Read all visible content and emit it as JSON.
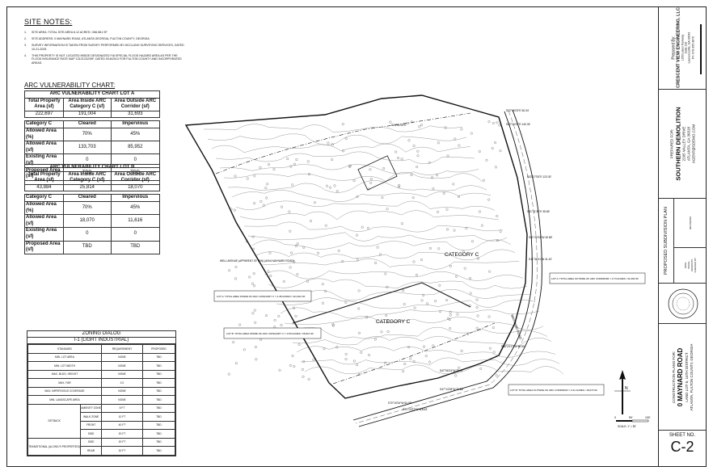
{
  "site_notes": {
    "title": "SITE NOTES:",
    "items": [
      {
        "n": "1.",
        "text": "SITE AREA: TOTAL SITE AREA 6.12 ACRES / 266,581 SF"
      },
      {
        "n": "2.",
        "text": "SITE ADDRESS: 0 MAYNARD ROAD, ATLANTA GEORGIA, FULTON COUNTY, GEORGIA"
      },
      {
        "n": "3.",
        "text": "SURVEY INFORMATION IS TAKEN FROM SURVEY PERFORMED BY MCCLUNG SURVEYING SERVICES, DATED 10-21-2025"
      },
      {
        "n": "4.",
        "text": "THIS PROPERTY IS NOT LOCATED INSIDE DESIGNATED FIA SPECIAL FLOOD HAZARD AREA AS PER THE FLOOD INSURANCE RATE MAP 13121C0239F, DATED 9/18/2013 FOR FULTON COUNTY AND INCORPORATED AREAS."
      }
    ]
  },
  "arc": {
    "title": "ARC VULNERABILITY CHART:",
    "lot_a": {
      "caption": "ARC VULNERABILITY CHART LOT A",
      "headers": [
        "Total Property Area (sf)",
        "Area Inside ARC Category C (sf)",
        "Area Outside ARC Corridor (sf)"
      ],
      "values": [
        "222,697",
        "191,004",
        "31,693"
      ],
      "sub_headers": [
        "Category C",
        "Cleared",
        "Impervious"
      ],
      "rows": [
        {
          "label": "Allowed Area (%)",
          "cleared": "70%",
          "impervious": "45%"
        },
        {
          "label": "Allowed Area (sf)",
          "cleared": "133,703",
          "impervious": "85,952"
        },
        {
          "label": "Existing Area (sf)",
          "cleared": "0",
          "impervious": "0"
        },
        {
          "label": "Proposed Area (sf)",
          "cleared": "TBD",
          "impervious": "TBD"
        }
      ]
    },
    "lot_b": {
      "caption": "ARC VULNERABILITY CHART LOT B",
      "headers": [
        "Total Property Area (sf)",
        "Area Inside ARC Category C (sf)",
        "Area Outside ARC Corridor (sf)"
      ],
      "values": [
        "43,884",
        "25,814",
        "18,070"
      ],
      "sub_headers": [
        "Category C",
        "Cleared",
        "Impervious"
      ],
      "rows": [
        {
          "label": "Allowed Area (%)",
          "cleared": "70%",
          "impervious": "45%"
        },
        {
          "label": "Allowed Area (sf)",
          "cleared": "18,070",
          "impervious": "11,616"
        },
        {
          "label": "Existing Area (sf)",
          "cleared": "0",
          "impervious": "0"
        },
        {
          "label": "Proposed Area (sf)",
          "cleared": "TBD",
          "impervious": "TBD"
        }
      ]
    }
  },
  "zoning": {
    "title": "ZONING DIALOG",
    "subtitle": "I-1 (LIGHT INDUSTRIAL)",
    "headers": [
      "STANDARD",
      "REQUIREMENT",
      "PROPOSED"
    ],
    "rows": [
      {
        "standard": "MIN. LOT AREA",
        "requirement": "NONE",
        "proposed": "TBD"
      },
      {
        "standard": "MIN. LOT WIDTH",
        "requirement": "NONE",
        "proposed": "TBD"
      },
      {
        "standard": "MAX. BLDG. HEIGHT",
        "requirement": "NONE",
        "proposed": "TBD"
      },
      {
        "standard": "MAX. FAR",
        "requirement": "2.0",
        "proposed": "TBD"
      },
      {
        "standard": "MAX. IMPERVIOUS COVERAGE",
        "requirement": "NONE",
        "proposed": "TBD"
      },
      {
        "standard": "MIN. LANDSCAPE AREA",
        "requirement": "NONE",
        "proposed": "TBD"
      }
    ],
    "setback_label": "SETBACK",
    "setback_rows": [
      {
        "sub": "AMENITY ZONE",
        "requirement": "5 FT",
        "proposed": "TBD"
      },
      {
        "sub": "WALK ZONE",
        "requirement": "10 FT",
        "proposed": "TBD"
      },
      {
        "sub": "FRONT",
        "requirement": "40 FT",
        "proposed": "TBD"
      },
      {
        "sub": "SIDE",
        "requirement": "20 FT",
        "proposed": "TBD"
      }
    ],
    "transitional_label": "TRANSITIONAL (ALONG R PROPERTIES)",
    "transitional_rows": [
      {
        "sub": "SIDE",
        "requirement": "20 FT",
        "proposed": "TBD"
      },
      {
        "sub": "REAR",
        "requirement": "20 FT",
        "proposed": "TBD"
      }
    ]
  },
  "map": {
    "category_c_1": "CATEGORY C",
    "category_c_2": "CATEGORY C",
    "callout_lot_a_inside": "LOT A: TOTAL AREA INSIDE OF ARC CATEGORY C = 4.38 ACRES / 191,004 SF",
    "callout_lot_a_outside": "LOT A: TOTAL AREA OUTSIDE OF ARC CORRIDOR = 0.73 ACRES / 31,693 SF",
    "callout_lot_b_inside": "LOT B: TOTAL AREA INSIDE OF ARC CATEGORY C = 0.59 ACRES / 25,814 SF",
    "callout_lot_b_outside": "LOT B: TOTAL AREA OUTSIDE OF ARC CORRIDOR = 0.41 ACRES / 18,070 SF",
    "well_label": "WELL AVENUE (APPARENT 20' R/W) (A/K/A MAYNARD ROAD)",
    "road_label": "MAYNARD ROAD",
    "bearings": [
      "S22°40'03\"E 36.34'",
      "S22°40'23\"E 140.33'",
      "S24°31'00\"E",
      "S02°27'53\"E 123.30'",
      "S01°11'36\"E 35.65'",
      "S01°35'31\"W 40.85'",
      "S11°36'01\"W 41.42'",
      "S38°23'17\"W 36.50'",
      "S47°06'24\"W 35.47'",
      "S47°13'28\"W 32.86'",
      "S70°15'34\"W 64.08'",
      "S70°13'27\"W 118.63'"
    ]
  },
  "north_arrow": {
    "label": "N",
    "scale_text": "SCALE: 1\" = 50'",
    "scale_ticks": [
      "0",
      "50'",
      "100'"
    ]
  },
  "title_block": {
    "prepared_by_label": "Prepared By:",
    "firm": "CRESCENT VIEW ENGINEERING, LLC",
    "firm_lines": [
      "1250 Lakes Parkway",
      "Suite 100",
      "Lawrenceville, GA 30043",
      "Ph: 678-395-3870"
    ],
    "prepared_for_label": "PREPARED FOR:",
    "client": "SOUTHERN DEMOLITION",
    "client_lines": [
      "2295 VALLEY DRIVE",
      "ATLANTA, GA 30318",
      "AGENT@SDEMO.COM"
    ],
    "plan_title": "PROPOSED SUBDIVISION PLAN",
    "revisions_label": "REVISIONS",
    "project_labels": [
      "DATE:",
      "SCALE:",
      "DRAWN BY:",
      "CHECKED BY:"
    ],
    "project_for_label": "CONSTRUCTION PLANS FOR:",
    "project_name": "0 MAYNARD ROAD",
    "project_lines": [
      "LAND LOT 6, 14TH DISTRICT",
      "ATLANTA, FULTON COUNTY, GEORGIA"
    ],
    "sheet_label": "SHEET NO.",
    "sheet_no": "C-2"
  },
  "colors": {
    "ink": "#111111",
    "line": "#333333",
    "paper": "#ffffff"
  }
}
